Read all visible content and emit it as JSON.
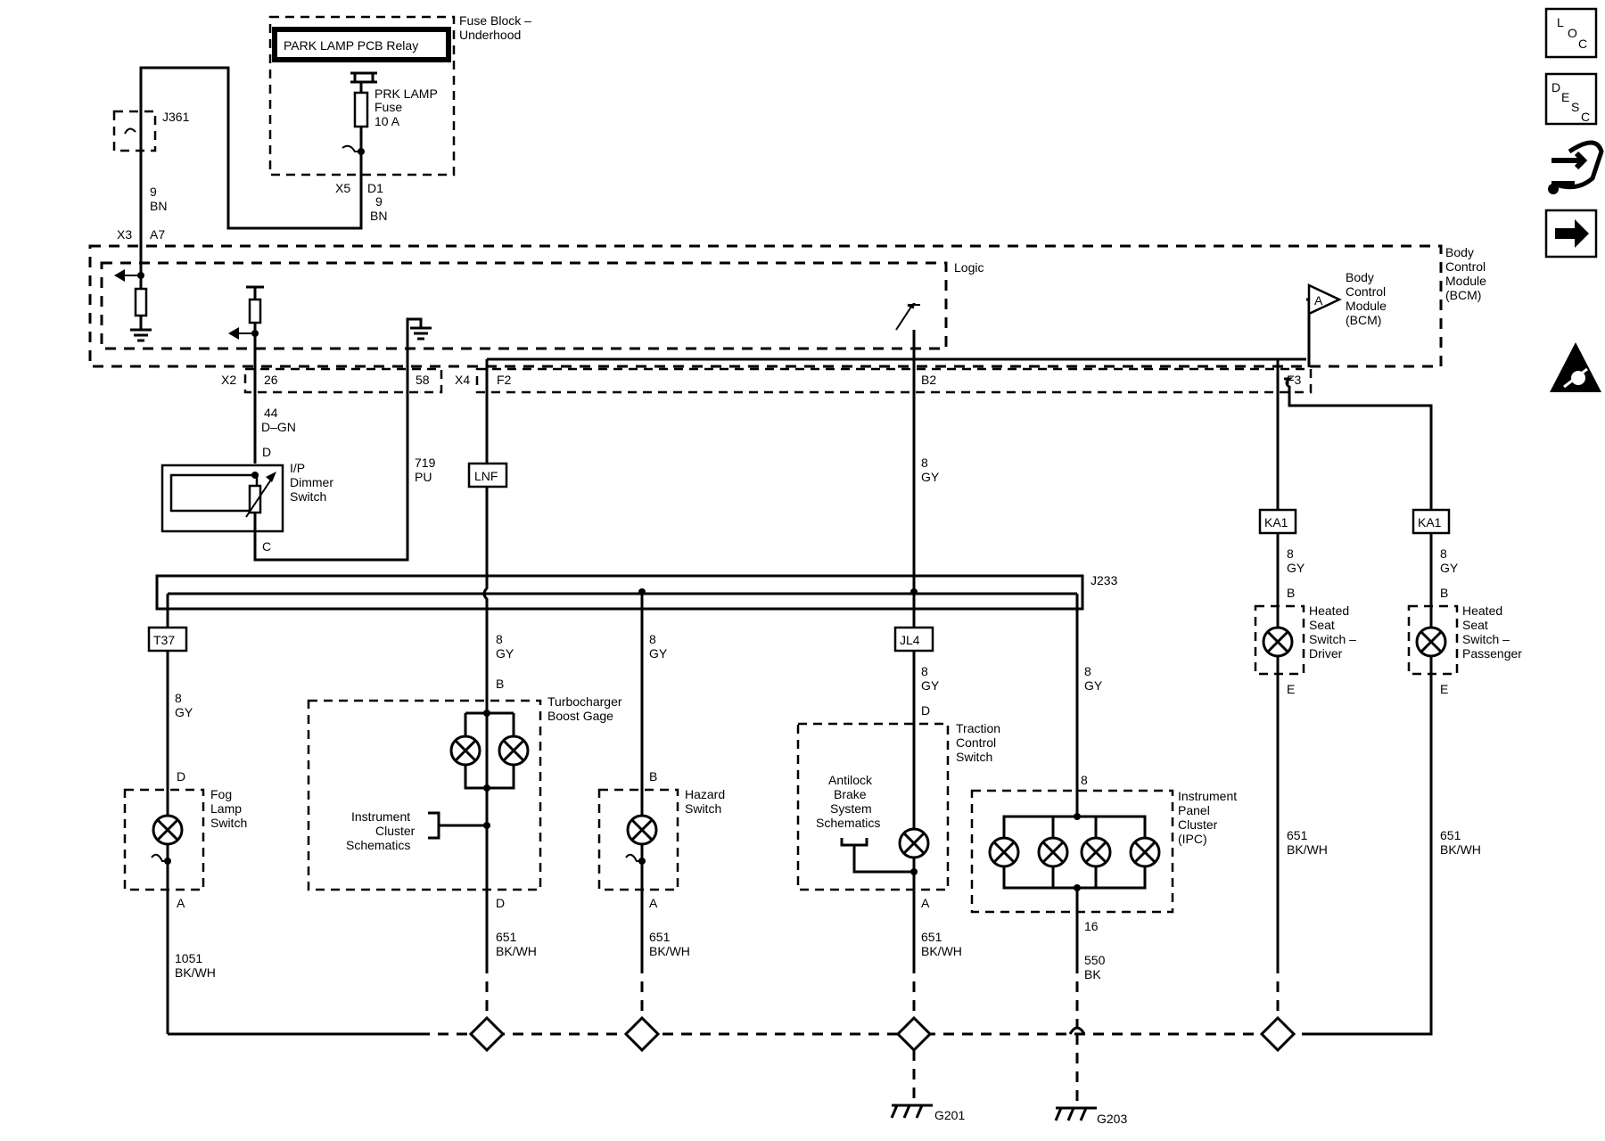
{
  "fuse_block": {
    "title_1": "Fuse Block –",
    "title_2": "Underhood",
    "relay": "PARK LAMP PCB Relay",
    "fuse_1": "PRK LAMP",
    "fuse_2": "Fuse",
    "fuse_3": "10 A",
    "conn_x5": "X5",
    "pin_d1": "D1"
  },
  "j361": {
    "label": "J361"
  },
  "wires": {
    "w9_circuit": "9",
    "w9_color": "BN",
    "w9b_circuit": "9",
    "w9b_color": "BN",
    "w44_circuit": "44",
    "w44_color": "D–GN",
    "w719_circuit": "719",
    "w719_color": "PU",
    "w8_b2_circuit": "8",
    "w8_b2_color": "GY",
    "w8_ka1l_circuit": "8",
    "w8_ka1l_color": "GY",
    "w8_ka1r_circuit": "8",
    "w8_ka1r_color": "GY",
    "w8_t37_circuit": "8",
    "w8_t37_color": "GY",
    "w8_turbo_circuit": "8",
    "w8_turbo_color": "GY",
    "w8_hazard_circuit": "8",
    "w8_hazard_color": "GY",
    "w8_jl4_circuit": "8",
    "w8_jl4_color": "GY",
    "w8_ipc_circuit": "8",
    "w8_ipc_color": "GY",
    "w8_ipc_pin": "8",
    "w1051_circuit": "1051",
    "w1051_color": "BK/WH",
    "w651_turbo_circuit": "651",
    "w651_turbo_color": "BK/WH",
    "w651_hazard_circuit": "651",
    "w651_hazard_color": "BK/WH",
    "w651_tcs_circuit": "651",
    "w651_tcs_color": "BK/WH",
    "w550_circuit": "550",
    "w550_color": "BK",
    "w651_hsd_circuit": "651",
    "w651_hsd_color": "BK/WH",
    "w651_hsp_circuit": "651",
    "w651_hsp_color": "BK/WH"
  },
  "bcm": {
    "title_1": "Body",
    "title_2": "Control",
    "title_3": "Module",
    "title_4": "(BCM)",
    "logic": "Logic",
    "ref_a": "A",
    "ref_1": "Body",
    "ref_2": "Control",
    "ref_3": "Module",
    "ref_4": "(BCM)",
    "conn_x3": "X3",
    "pin_a7": "A7",
    "conn_x2": "X2",
    "pin_26": "26",
    "pin_58": "58",
    "conn_x4": "X4",
    "pin_f2": "F2",
    "pin_b2": "B2",
    "pin_f3": "F3"
  },
  "dimmer": {
    "pin_d": "D",
    "pin_c": "C",
    "name_1": "I/P",
    "name_2": "Dimmer",
    "name_3": "Switch"
  },
  "splice_j233": "J233",
  "connectors": {
    "lnf": "LNF",
    "t37": "T37",
    "jl4": "JL4",
    "ka1_left": "KA1",
    "ka1_right": "KA1"
  },
  "fog": {
    "pin_d": "D",
    "pin_a": "A",
    "name_1": "Fog",
    "name_2": "Lamp",
    "name_3": "Switch"
  },
  "turbo": {
    "pin_b": "B",
    "pin_d": "D",
    "name_1": "Turbocharger",
    "name_2": "Boost Gage",
    "ic_1": "Instrument",
    "ic_2": "Cluster",
    "ic_3": "Schematics"
  },
  "hazard": {
    "pin_b": "B",
    "pin_a": "A",
    "name_1": "Hazard",
    "name_2": "Switch"
  },
  "tcs": {
    "pin_d": "D",
    "pin_a": "A",
    "name_1": "Traction",
    "name_2": "Control",
    "name_3": "Switch",
    "abs_1": "Antilock",
    "abs_2": "Brake",
    "abs_3": "System",
    "abs_4": "Schematics"
  },
  "ipc": {
    "pin_16": "16",
    "name_1": "Instrument",
    "name_2": "Panel",
    "name_3": "Cluster",
    "name_4": "(IPC)"
  },
  "heated_driver": {
    "pin_b": "B",
    "pin_e": "E",
    "name_1": "Heated",
    "name_2": "Seat",
    "name_3": "Switch –",
    "name_4": "Driver"
  },
  "heated_passenger": {
    "pin_b": "B",
    "pin_e": "E",
    "name_1": "Heated",
    "name_2": "Seat",
    "name_3": "Switch –",
    "name_4": "Passenger"
  },
  "grounds": {
    "g201": "G201",
    "g203": "G203"
  },
  "side_icons": {
    "loc_l": "L",
    "loc_o": "O",
    "loc_c": "C",
    "desc_d": "D",
    "desc_e": "E",
    "desc_s": "S",
    "desc_c": "C",
    "names": [
      "loc-icon",
      "desc-icon",
      "connector-flow-icon",
      "next-arrow-icon",
      "esd-warning-icon"
    ]
  }
}
